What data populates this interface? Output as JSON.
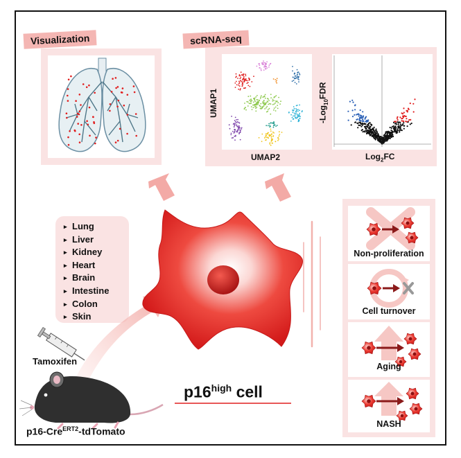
{
  "visualization": {
    "tag": "Visualization"
  },
  "scrna": {
    "tag": "scRNA-seq",
    "umap_y_label": "UMAP1",
    "umap_x_label": "UMAP2",
    "volcano_y_label_prefix": "-Log",
    "volcano_y_label_sub": "10",
    "volcano_y_label_suffix": "FDR",
    "volcano_x_label_prefix": "Log",
    "volcano_x_label_sub": "2",
    "volcano_x_label_suffix": "FC"
  },
  "organs": [
    "Lung",
    "Liver",
    "Kidney",
    "Heart",
    "Brain",
    "Intestine",
    "Colon",
    "Skin"
  ],
  "mouse": {
    "injection_label": "Tamoxifen",
    "strain_prefix": "p16-Cre",
    "strain_sup": "ERT2",
    "strain_suffix": "-tdTomato"
  },
  "cell": {
    "label_prefix": "p16",
    "label_sup": "high",
    "label_suffix": " cell"
  },
  "features": [
    {
      "label": "Non-proliferation"
    },
    {
      "label": "Cell turnover"
    },
    {
      "label": "Aging"
    },
    {
      "label": "NASH"
    }
  ],
  "colors": {
    "panel_pink": "#fae3e3",
    "tag_pink": "#f4b6b3",
    "arrow_pink": "#f3aaa6",
    "cell_red": "#e52222",
    "nucleus_red": "#b81d1d",
    "upregulated": "#e11e1e",
    "downregulated": "#2e63b8",
    "nonsignificant": "#111111"
  },
  "umap_clusters": [
    "red",
    "pink",
    "orange",
    "blue",
    "green",
    "cyan",
    "purple",
    "yellow",
    "teal"
  ]
}
